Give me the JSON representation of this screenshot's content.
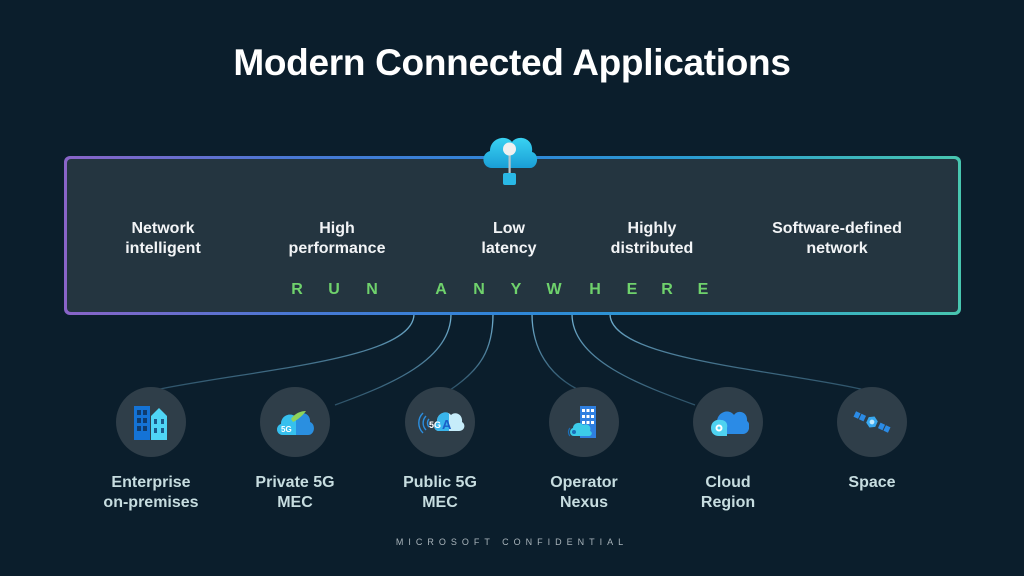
{
  "title": "Modern Connected Applications",
  "hub": {
    "icon": "cloud-network-icon"
  },
  "features": [
    {
      "line1": "Network",
      "line2": "intelligent"
    },
    {
      "line1": "High",
      "line2": "performance"
    },
    {
      "line1": "Low",
      "line2": "latency"
    },
    {
      "line1": "Highly",
      "line2": "distributed"
    },
    {
      "line1": "Software-defined",
      "line2": "network"
    }
  ],
  "tagline": {
    "text": "RUN ANYWHERE",
    "letters": [
      "R",
      "U",
      "N",
      "A",
      "N",
      "Y",
      "W",
      "H",
      "E",
      "R",
      "E"
    ],
    "color": "#6fd26c"
  },
  "destinations": [
    {
      "line1": "Enterprise",
      "line2": "on-premises",
      "icon": "buildings-icon"
    },
    {
      "line1": "Private 5G",
      "line2": "MEC",
      "icon": "private-5g-cloud-icon"
    },
    {
      "line1": "Public 5G",
      "line2": "MEC",
      "icon": "public-5g-azure-icon"
    },
    {
      "line1": "Operator",
      "line2": "Nexus",
      "icon": "operator-nexus-icon"
    },
    {
      "line1": "Cloud",
      "line2": "Region",
      "icon": "cloud-region-icon"
    },
    {
      "line1": "Space",
      "line2": "",
      "icon": "satellite-icon"
    }
  ],
  "footer": "MICROSOFT CONFIDENTIAL",
  "colors": {
    "background": "#0b1e2c",
    "panel": "#243540",
    "accent_green": "#6fd26c",
    "border_start": "#8a64c8",
    "border_end": "#48c6b0"
  }
}
